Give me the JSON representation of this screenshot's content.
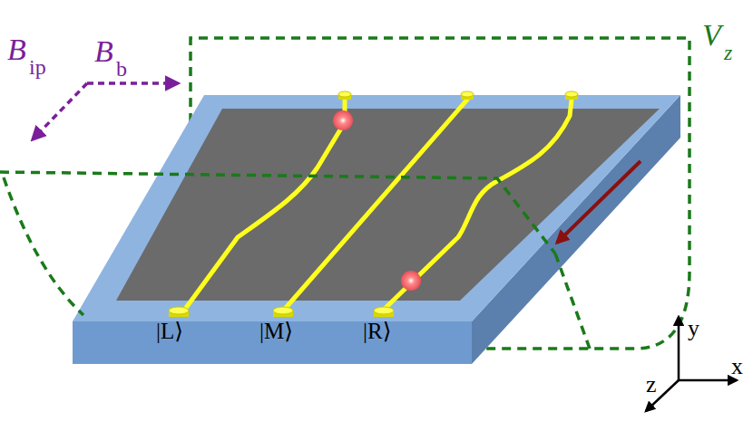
{
  "diagram": {
    "labels": [
      "B",
      "ip",
      "B",
      "b",
      "V",
      "z",
      "|L⟩",
      "|M⟩",
      "|R⟩",
      "y",
      "x",
      "z"
    ]
  }
}
